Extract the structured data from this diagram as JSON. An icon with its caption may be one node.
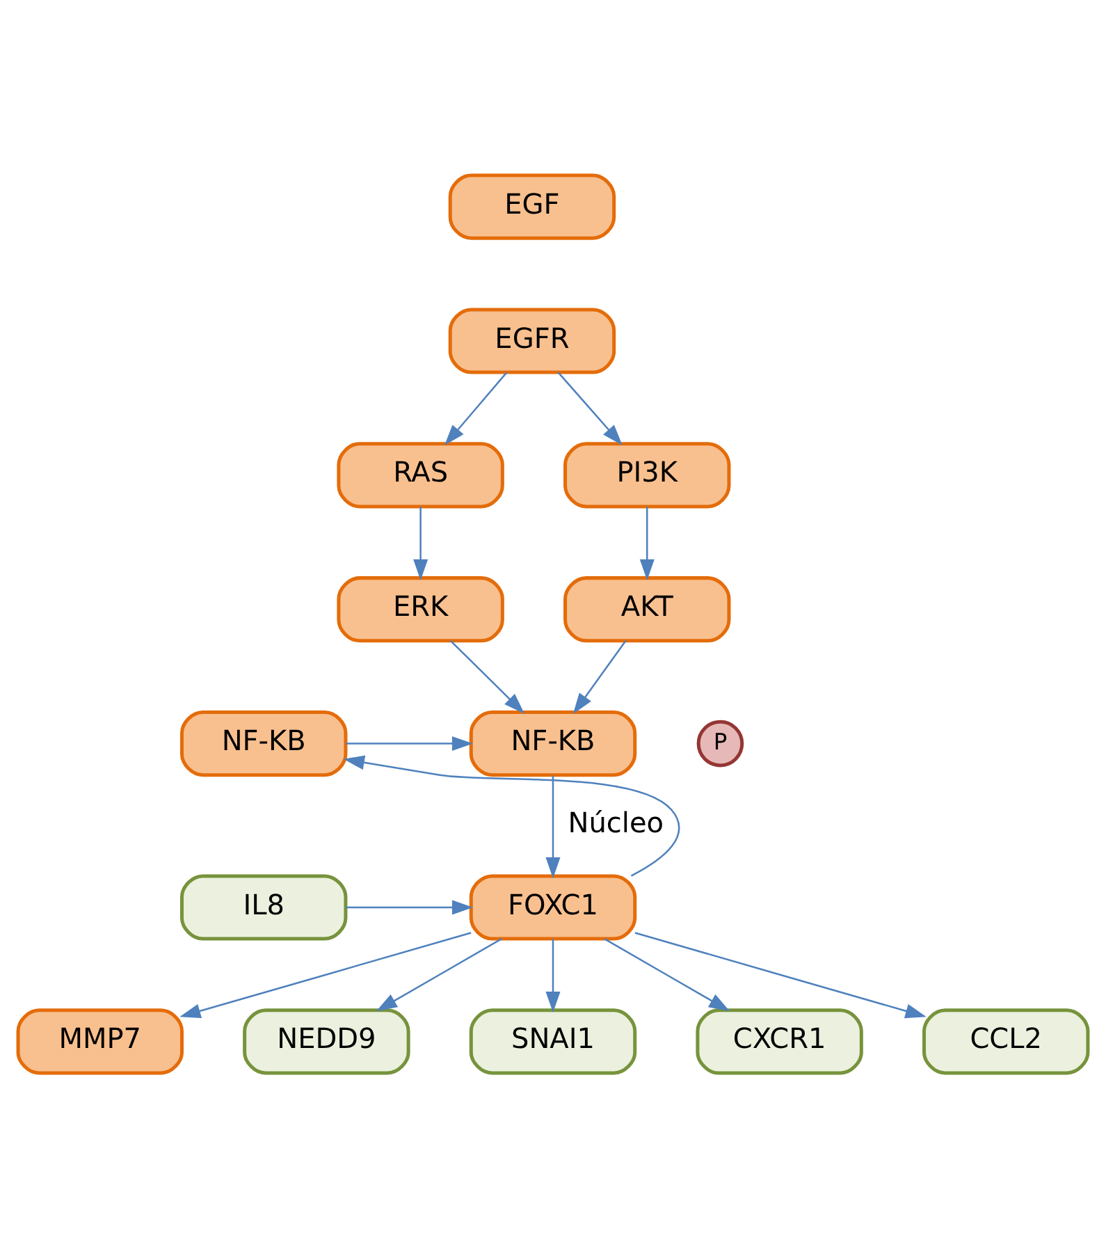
{
  "diagram": {
    "nodes": [
      {
        "text": [
          "EGF"
        ]
      },
      {
        "text": [
          "EGFR"
        ]
      },
      {
        "text": [
          "RAS"
        ]
      },
      {
        "text": [
          "PI3K"
        ]
      },
      {
        "text": [
          "ERK"
        ]
      },
      {
        "text": [
          "AKT"
        ]
      },
      {
        "text": [
          "NF-KB"
        ]
      },
      {
        "text": [
          "NF-KB"
        ]
      },
      {
        "text": [
          "P"
        ]
      },
      {
        "text": [
          "FOXC1"
        ]
      },
      {
        "text": [
          "IL8"
        ]
      },
      {
        "text": [
          "MMP7"
        ]
      },
      {
        "text": [
          "NEDD9"
        ]
      },
      {
        "text": [
          "SNAI1"
        ]
      },
      {
        "text": [
          "CXCR1"
        ]
      },
      {
        "text": [
          "CCL2"
        ]
      }
    ],
    "edges": [
      {
        "from": 1,
        "to": 2,
        "arrow": "to"
      },
      {
        "from": 1,
        "to": 3,
        "arrow": "to"
      },
      {
        "from": 2,
        "to": 4,
        "arrow": "to"
      },
      {
        "from": 3,
        "to": 5,
        "arrow": "to"
      },
      {
        "from": 4,
        "to": 7,
        "arrow": "to"
      },
      {
        "from": 5,
        "to": 7,
        "arrow": "to"
      },
      {
        "from": 6,
        "to": 7,
        "arrow": "to"
      },
      {
        "from": 7,
        "to": 9,
        "arrow": "to",
        "label": "Núcleo"
      },
      {
        "from": 9,
        "to": 6,
        "arrow": "to"
      },
      {
        "from": 10,
        "to": 9,
        "arrow": "to"
      },
      {
        "from": 9,
        "to": 11,
        "arrow": "to"
      },
      {
        "from": 9,
        "to": 12,
        "arrow": "to"
      },
      {
        "from": 9,
        "to": 13,
        "arrow": "to"
      },
      {
        "from": 9,
        "to": 14,
        "arrow": "to"
      },
      {
        "from": 9,
        "to": 15,
        "arrow": "to"
      }
    ]
  }
}
